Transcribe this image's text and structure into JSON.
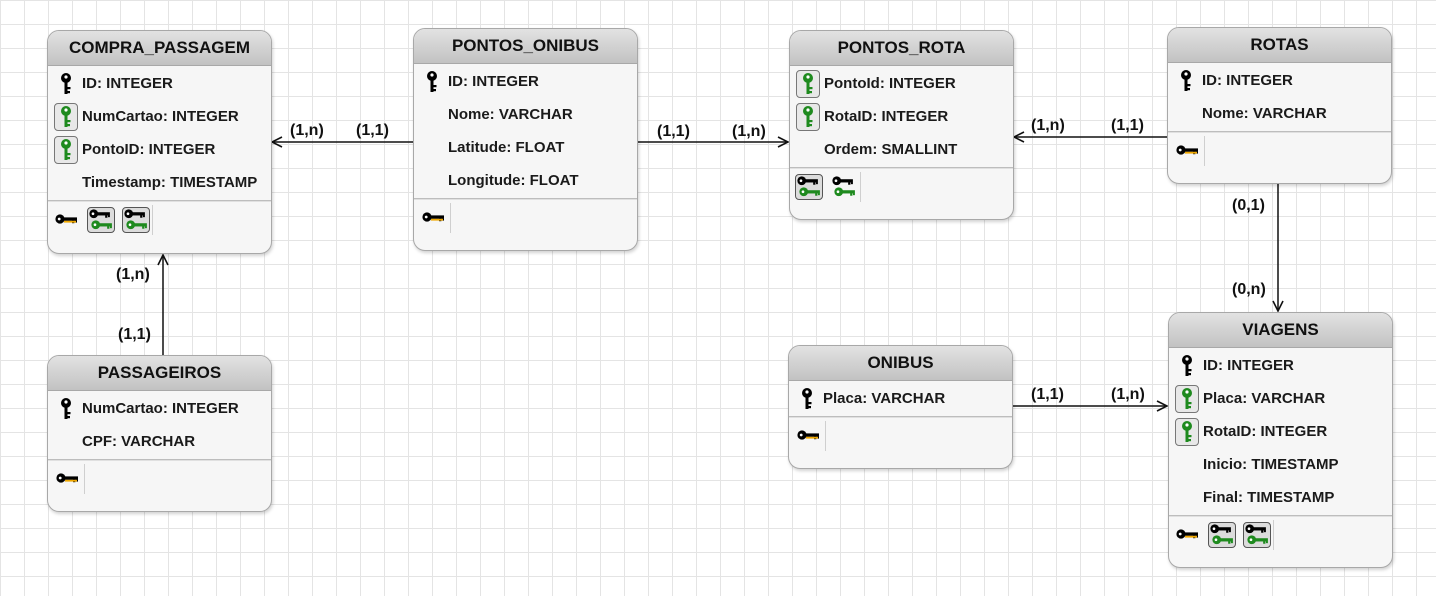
{
  "entities": {
    "compra_passagem": {
      "title": "COMPRA_PASSAGEM",
      "fields": [
        "ID: INTEGER",
        "NumCartao: INTEGER",
        "PontoID: INTEGER",
        "Timestamp: TIMESTAMP"
      ]
    },
    "pontos_onibus": {
      "title": "PONTOS_ONIBUS",
      "fields": [
        "ID: INTEGER",
        "Nome: VARCHAR",
        "Latitude: FLOAT",
        "Longitude: FLOAT"
      ]
    },
    "pontos_rota": {
      "title": "PONTOS_ROTA",
      "fields": [
        "PontoId: INTEGER",
        "RotaID: INTEGER",
        "Ordem: SMALLINT"
      ]
    },
    "rotas": {
      "title": "ROTAS",
      "fields": [
        "ID: INTEGER",
        "Nome: VARCHAR"
      ]
    },
    "passageiros": {
      "title": "PASSAGEIROS",
      "fields": [
        "NumCartao: INTEGER",
        "CPF: VARCHAR"
      ]
    },
    "onibus": {
      "title": "ONIBUS",
      "fields": [
        "Placa: VARCHAR"
      ]
    },
    "viagens": {
      "title": "VIAGENS",
      "fields": [
        "ID: INTEGER",
        "Placa: VARCHAR",
        "RotaID: INTEGER",
        "Inicio: TIMESTAMP",
        "Final: TIMESTAMP"
      ]
    }
  },
  "relations": {
    "pontos_onibus_to_compra": {
      "near_target": "(1,n)",
      "near_source": "(1,1)"
    },
    "pontos_onibus_to_pontos_rota": {
      "near_source": "(1,1)",
      "near_target": "(1,n)"
    },
    "rotas_to_pontos_rota": {
      "near_target": "(1,n)",
      "near_source": "(1,1)"
    },
    "passageiros_to_compra": {
      "near_target": "(1,n)",
      "near_source": "(1,1)"
    },
    "rotas_to_viagens": {
      "near_source": "(0,1)",
      "near_target": "(0,n)"
    },
    "onibus_to_viagens": {
      "near_source": "(1,1)",
      "near_target": "(1,n)"
    }
  },
  "icons": {
    "primary_key": "black-key-icon",
    "foreign_key": "green-key-icon",
    "primary_key_index": "primary-key-index-icon",
    "foreign_key_index": "foreign-key-index-icon"
  },
  "colors": {
    "pk_key": "#000000",
    "fk_key": "#1e8a1e",
    "pk_index_stripe": "#f0a800",
    "header_top": "#e2e2e2",
    "header_bottom": "#c2c2c2"
  }
}
